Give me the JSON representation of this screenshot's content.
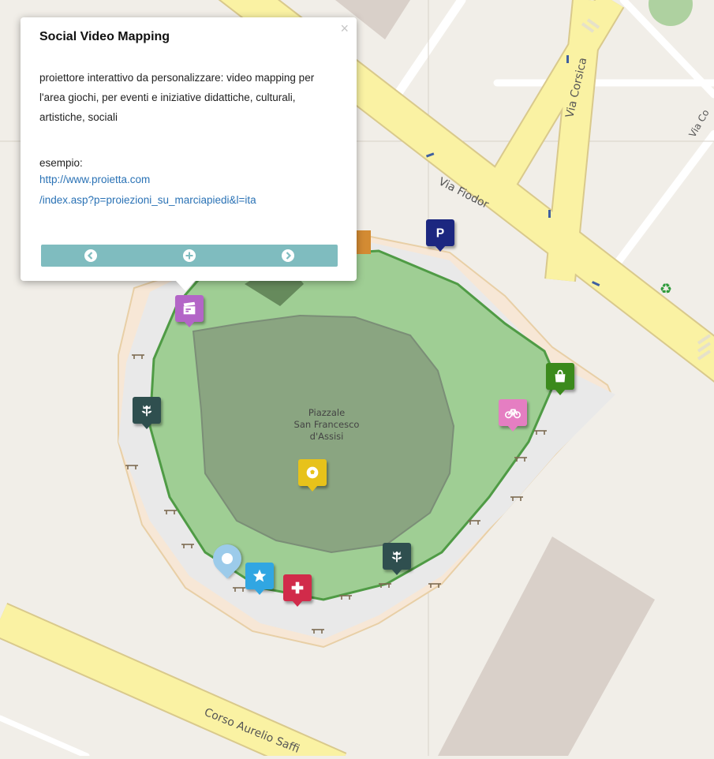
{
  "map": {
    "place_label": [
      "Piazzale",
      "San Francesco",
      "d'Assisi"
    ],
    "streets": {
      "via_corsica": "Via Corsica",
      "via_fiodor": "Via Fiodor",
      "corso_aurelio": "Corso Aurelio Saffi",
      "via_co": "Via Co"
    },
    "colors": {
      "background": "#f1eee8",
      "road_major": "#faf2a3",
      "park": "#9fce94",
      "park_border": "#4f9b45",
      "playground": "#8aa581",
      "path": "#ececec"
    }
  },
  "markers": [
    {
      "name": "video-mapping",
      "icon": "clapperboard-icon",
      "color": "#b365c7"
    },
    {
      "name": "parking",
      "icon": "parking-icon",
      "color": "#1c2780"
    },
    {
      "name": "garden-left",
      "icon": "flower-icon",
      "color": "#2f4f4f"
    },
    {
      "name": "shopping",
      "icon": "shopping-bag-icon",
      "color": "#3b8a1c"
    },
    {
      "name": "bicycle",
      "icon": "bicycle-icon",
      "color": "#e57ec2"
    },
    {
      "name": "playground",
      "icon": "soccer-ball-icon",
      "color": "#e7c21a"
    },
    {
      "name": "garden-bottom",
      "icon": "flower-icon",
      "color": "#2f4f4f"
    },
    {
      "name": "location",
      "icon": "pin-icon",
      "color": "#9ccbea"
    },
    {
      "name": "favorite",
      "icon": "star-icon",
      "color": "#31a6e2"
    },
    {
      "name": "first-aid",
      "icon": "cross-icon",
      "color": "#d12b4a"
    }
  ],
  "popup": {
    "title": "Social Video Mapping",
    "description": "proiettore interattivo da personalizzare: video mapping per l'area giochi, per eventi e iniziative didattiche, culturali, artistiche, sociali",
    "example_label": "esempio:",
    "link_line1": "http://www.proietta.com",
    "link_line2": "/index.asp?p=proiezioni_su_marciapiedi&l=ita",
    "close": "×",
    "nav": [
      "arrow-left-icon",
      "zoom-in-icon",
      "arrow-right-icon"
    ]
  }
}
